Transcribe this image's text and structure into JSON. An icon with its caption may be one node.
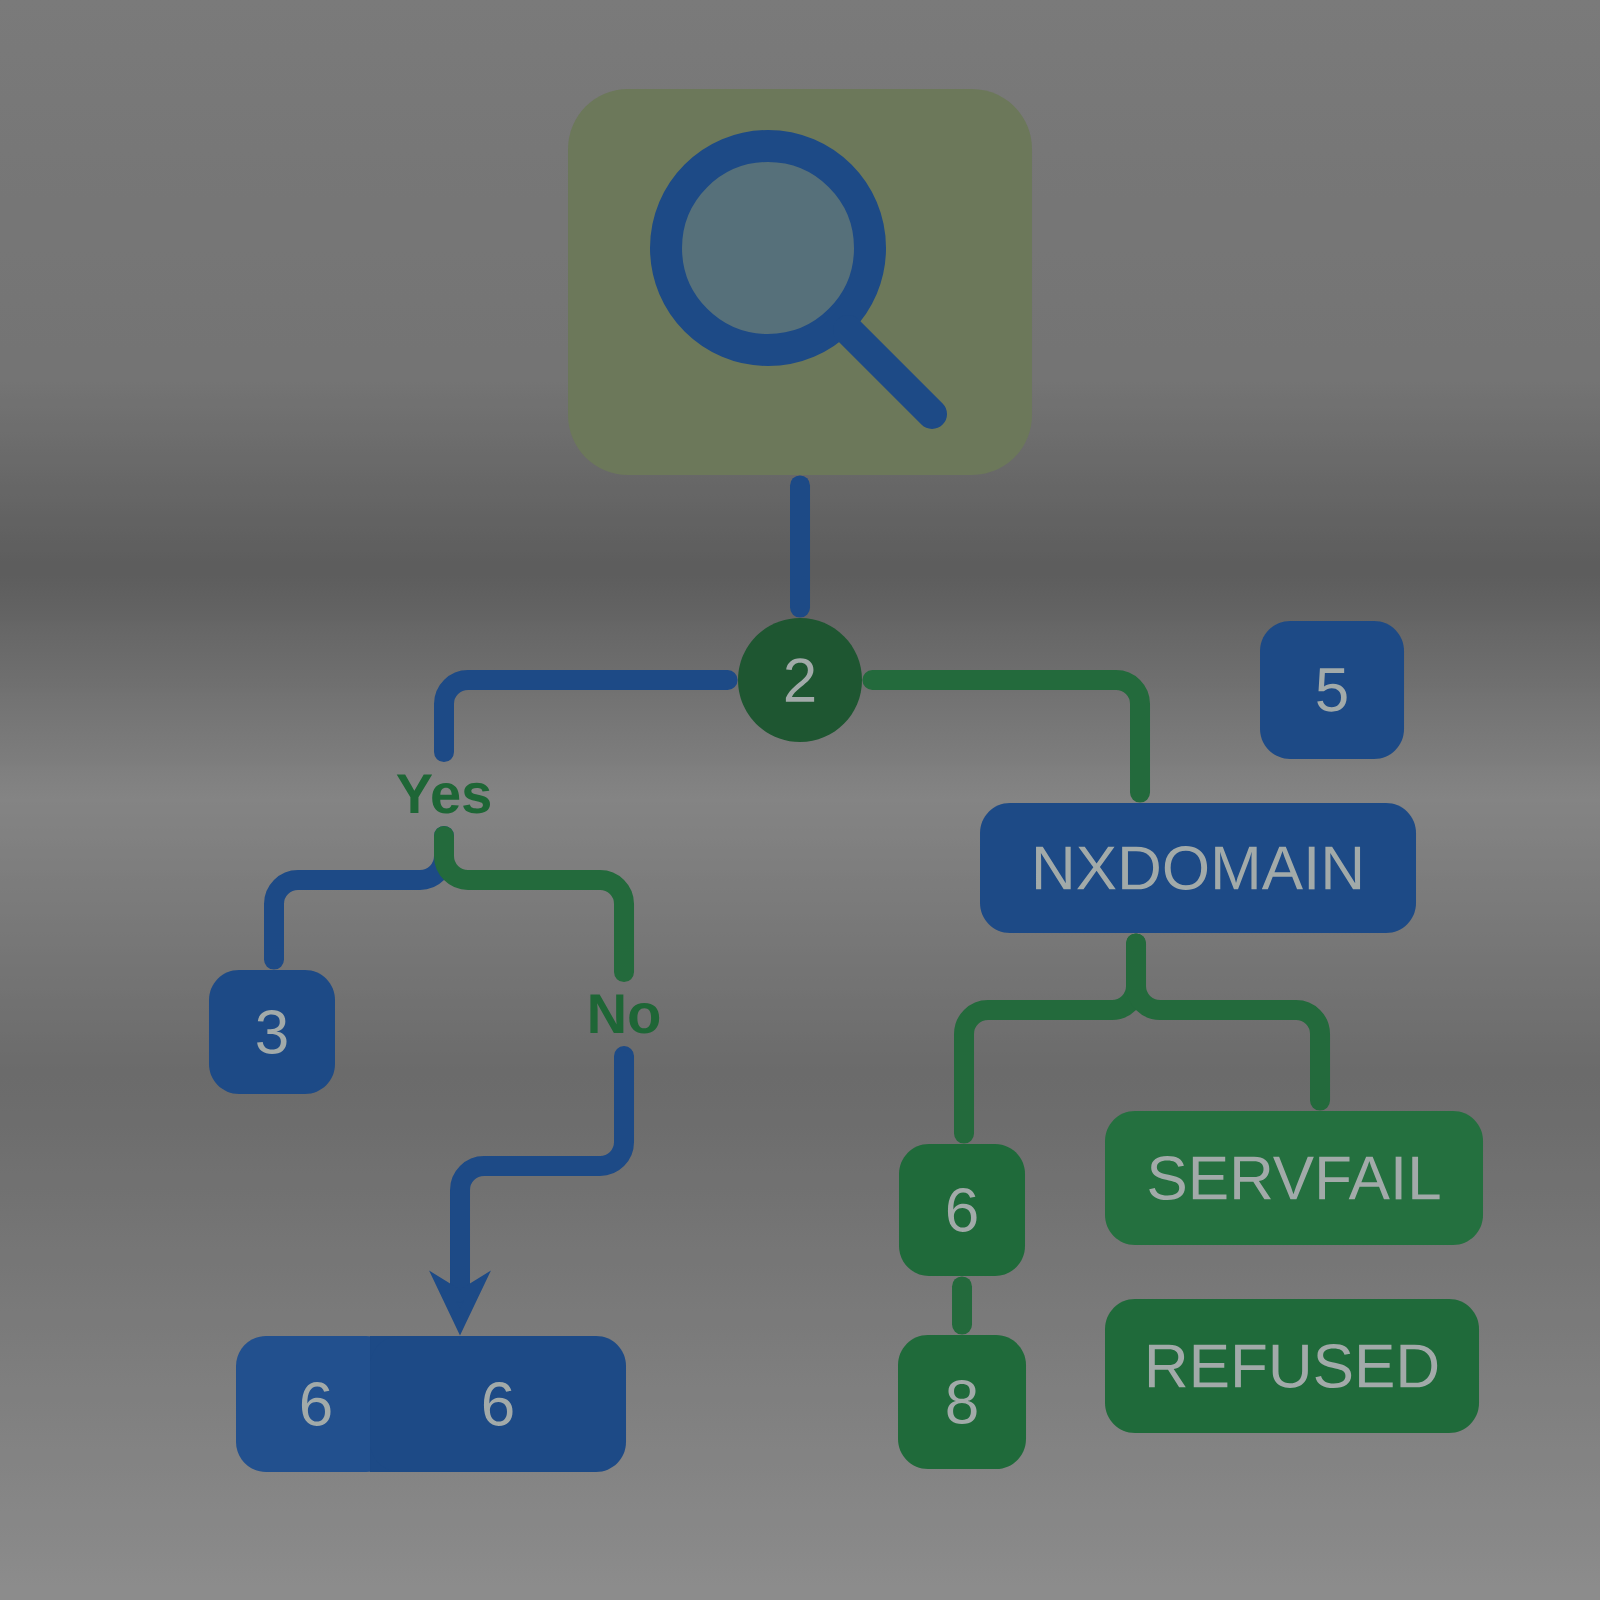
{
  "diagram": {
    "nodes": [
      {
        "text": [],
        "shape": "picture"
      },
      {
        "text": [
          "2"
        ]
      },
      {
        "text": [
          "5"
        ]
      },
      {
        "text": [
          "Yes"
        ]
      },
      {
        "text": [
          "NXDOMAIN"
        ]
      },
      {
        "text": [
          "No"
        ]
      },
      {
        "text": [
          "3"
        ]
      },
      {
        "text": [
          "SERVFAIL"
        ]
      },
      {
        "text": [
          "6"
        ]
      },
      {
        "text": [
          "REFUSED"
        ]
      },
      {
        "text": [
          "6"
        ]
      },
      {
        "text": [
          "6"
        ]
      },
      {
        "text": [
          "8"
        ]
      }
    ],
    "edges": [
      {
        "from": 0,
        "to": 1,
        "arrow": "none",
        "color": "#1d4a86"
      },
      {
        "from": 1,
        "to": 3,
        "arrow": "none",
        "color": "#1d4a86"
      },
      {
        "from": 1,
        "to": 4,
        "arrow": "none"
      },
      {
        "from": 3,
        "to": 6,
        "arrow": "none",
        "color": "#1d4a86"
      },
      {
        "from": 3,
        "to": 5,
        "arrow": "none"
      },
      {
        "from": 5,
        "to": 11,
        "arrow": "to",
        "color": "#1d4a86"
      },
      {
        "from": 4,
        "to": 8,
        "arrow": "none"
      },
      {
        "from": 4,
        "to": 7,
        "arrow": "none"
      },
      {
        "from": 8,
        "to": 12,
        "arrow": "none"
      }
    ]
  }
}
